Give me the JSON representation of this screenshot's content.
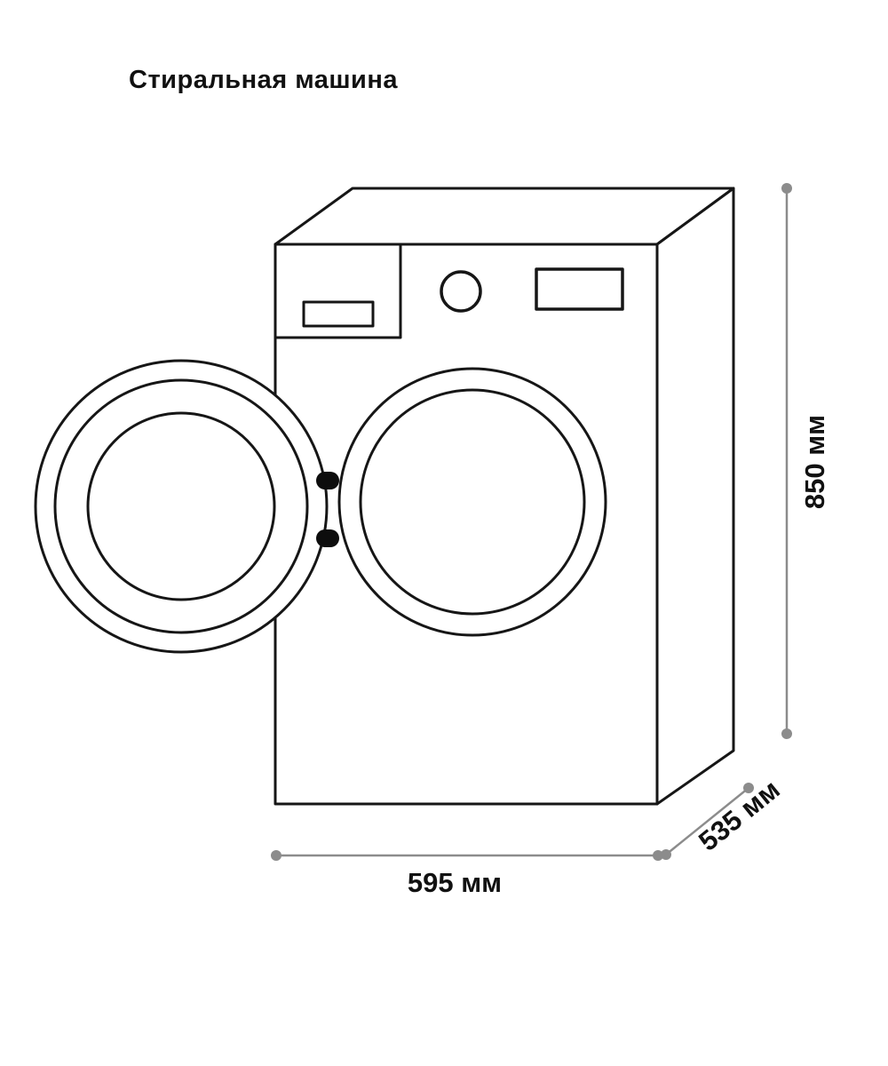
{
  "title": "Стиральная машина",
  "diagram": {
    "object": "washing-machine-dimension-drawing",
    "dimensions": {
      "height_label": "850 мм",
      "width_label": "595 мм",
      "depth_label": "535 мм"
    }
  },
  "colors": {
    "outline": "#161616",
    "dimension_line": "#8c8c8c",
    "label_text": "#111111",
    "door_ring_fill": "#d8d8d8",
    "door_glass_fill": "#e2e2e2",
    "background": "#ffffff"
  }
}
